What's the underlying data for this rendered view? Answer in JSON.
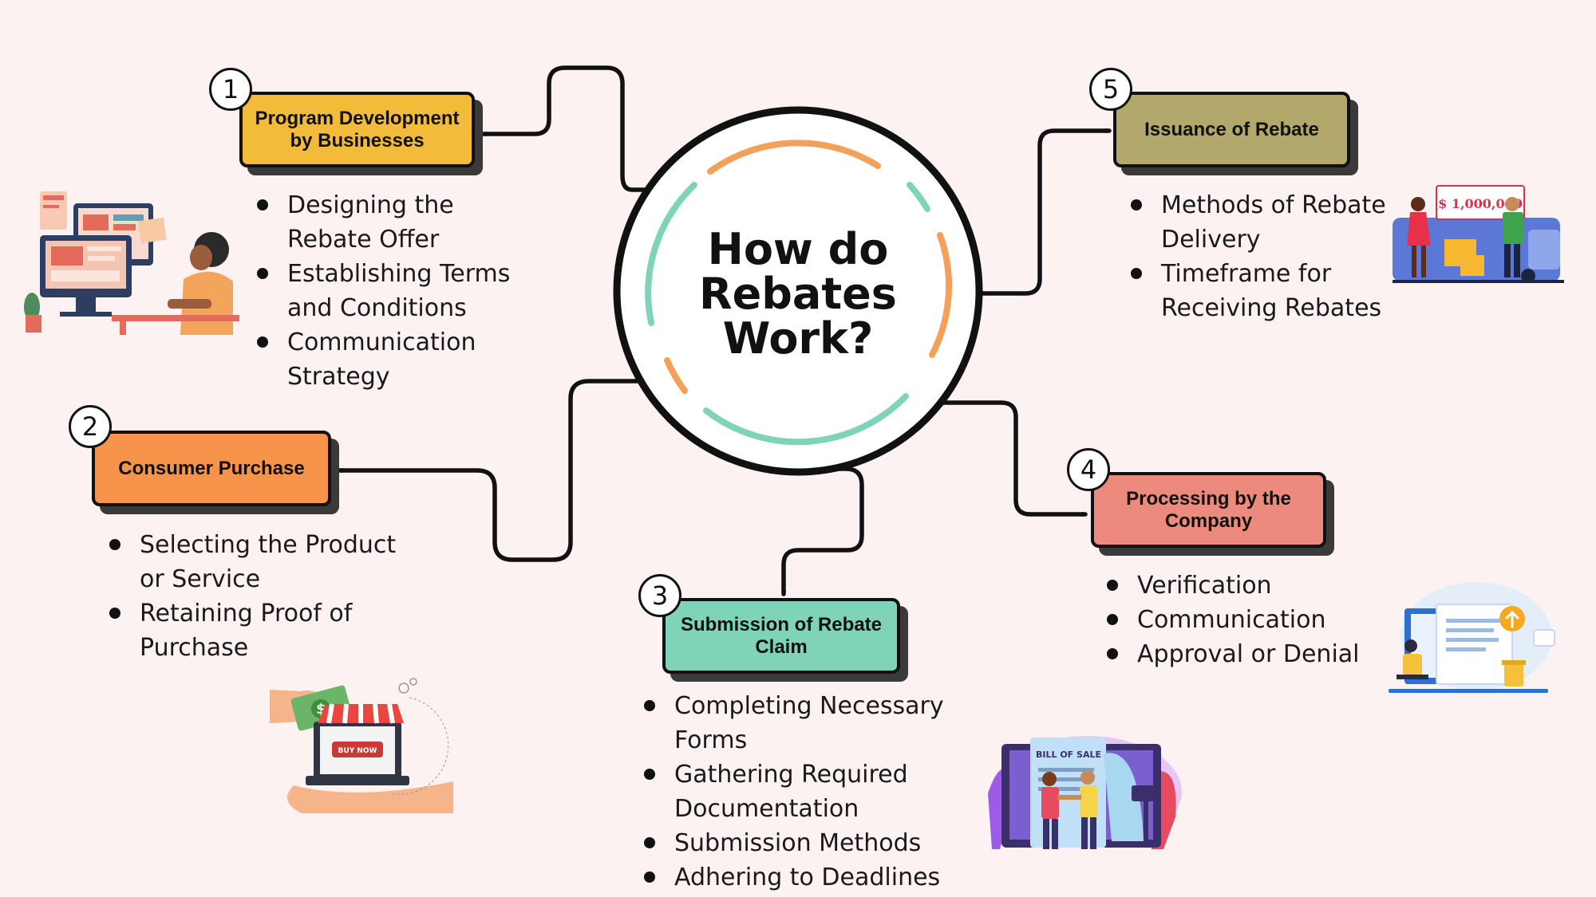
{
  "center": {
    "title": "How do Rebates Work?"
  },
  "colors": {
    "background": "#fcf2f1",
    "step1": "#f2bc3a",
    "step2": "#f7934a",
    "step3": "#7fd3b9",
    "step4": "#ec8b7d",
    "step5": "#b2a86b",
    "ring_teal": "#7fd3b9",
    "ring_orange": "#f3a05a"
  },
  "steps": [
    {
      "number": "1",
      "title": "Program Development by Businesses",
      "bullets": [
        "Designing the Rebate Offer",
        "Establishing Terms and Conditions",
        "Communication Strategy"
      ]
    },
    {
      "number": "2",
      "title": "Consumer Purchase",
      "bullets": [
        "Selecting the Product or Service",
        "Retaining Proof of Purchase"
      ]
    },
    {
      "number": "3",
      "title": "Submission of Rebate Claim",
      "bullets": [
        "Completing Necessary Forms",
        "Gathering Required Documentation",
        "Submission Methods",
        "Adhering to Deadlines"
      ]
    },
    {
      "number": "4",
      "title": "Processing by the Company",
      "bullets": [
        "Verification",
        "Communication",
        "Approval or Denial"
      ]
    },
    {
      "number": "5",
      "title": "Issuance of Rebate",
      "bullets": [
        "Methods of Rebate Delivery",
        "Timeframe for Receiving Rebates"
      ]
    }
  ],
  "illustrations": {
    "check_amount": "$ 1,000,000",
    "buy_now": "BUY NOW",
    "bill_of_sale": "BILL OF SALE",
    "icons": [
      "person-at-computer-icon",
      "person-at-computer-icon",
      "buy-now-shop-icon",
      "bill-of-sale-handshake-icon",
      "document-upload-icon",
      "giant-check-delivery-icon"
    ]
  }
}
